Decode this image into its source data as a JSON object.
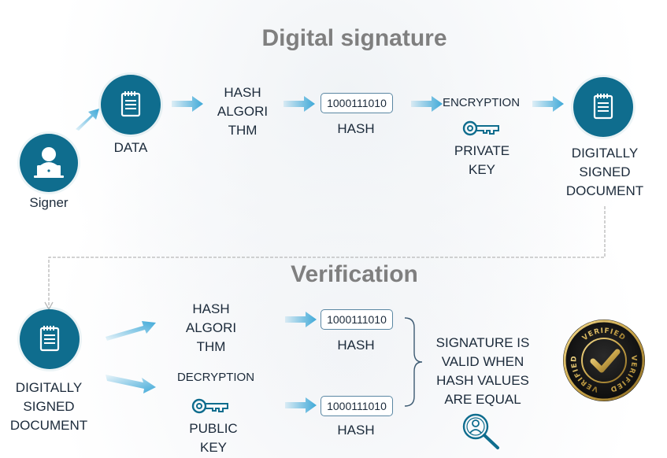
{
  "titles": {
    "signature": "Digital signature",
    "verification": "Verification"
  },
  "signature_flow": {
    "signer": "Signer",
    "data": "DATA",
    "hash_algorithm": [
      "HASH",
      "ALGORI",
      "THM"
    ],
    "hash_value": "1000111010",
    "hash_label": "HASH",
    "encryption": "ENCRYPTION",
    "private_key": [
      "PRIVATE",
      "KEY"
    ],
    "signed_document": [
      "DIGITALLY",
      "SIGNED",
      "DOCUMENT"
    ]
  },
  "verification_flow": {
    "signed_document": [
      "DIGITALLY",
      "SIGNED",
      "DOCUMENT"
    ],
    "hash_algorithm": [
      "HASH",
      "ALGORI",
      "THM"
    ],
    "decryption": "DECRYPTION",
    "public_key": [
      "PUBLIC",
      "KEY"
    ],
    "hash_value_top": "1000111010",
    "hash_label_top": "HASH",
    "hash_value_bottom": "1000111010",
    "hash_label_bottom": "HASH",
    "result": [
      "SIGNATURE IS",
      "VALID WHEN",
      "HASH VALUES",
      "ARE EQUAL"
    ],
    "badge_text": [
      "VERIFIED",
      "VERIFIED",
      "VERIFIED"
    ]
  },
  "colors": {
    "accent": "#0f6d8e",
    "arrow": "#3fa9d8",
    "title": "#7f7f7f",
    "badge_gold": "#c9a54a"
  },
  "icons": {
    "signer": "person-laptop-icon",
    "document": "notepad-icon",
    "key": "key-icon",
    "search": "magnifier-person-icon",
    "badge": "verified-seal-icon"
  }
}
